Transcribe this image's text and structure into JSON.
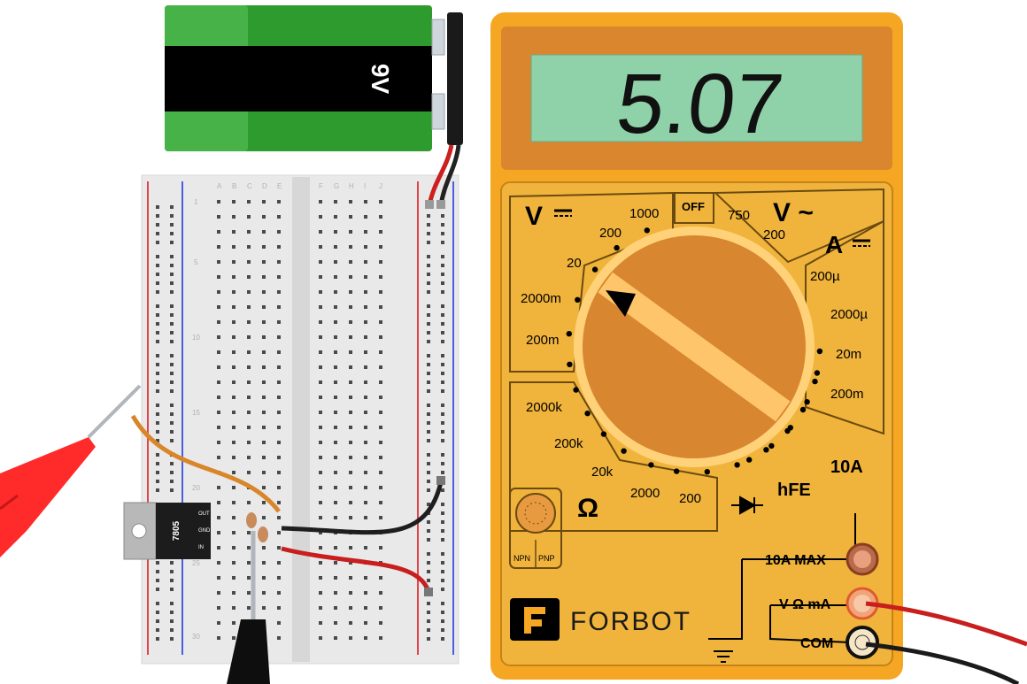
{
  "battery": {
    "label": "9V"
  },
  "regulator": {
    "part": "7805",
    "pins": [
      "OUT",
      "GND",
      "IN"
    ]
  },
  "breadboard": {
    "column_letters_left": [
      "A",
      "B",
      "C",
      "D",
      "E"
    ],
    "column_letters_right": [
      "F",
      "G",
      "H",
      "I",
      "J"
    ],
    "row_numbers": [
      "1",
      "5",
      "10",
      "15",
      "20",
      "25",
      "30"
    ]
  },
  "multimeter": {
    "display_value": "5.07",
    "dial_labels": {
      "dcv_title": "V",
      "acv_title": "V ~",
      "dca_title": "A",
      "ohm_title": "Ω",
      "off": "OFF",
      "dcv": [
        "1000",
        "200",
        "20",
        "2000m",
        "200m"
      ],
      "acv": [
        "750",
        "200"
      ],
      "dca": [
        "200µ",
        "2000µ",
        "20m",
        "200m"
      ],
      "ohm": [
        "2000k",
        "200k",
        "20k",
        "2000",
        "200"
      ],
      "hfe": "hFE",
      "amp10": "10A",
      "npn": "NPN",
      "pnp": "PNP"
    },
    "jacks": [
      "10A MAX",
      "V Ω mA",
      "COM"
    ],
    "brand": "FORBOT",
    "colors": {
      "body": "#f5a623",
      "panel": "#f0b43c",
      "dial": "#d8862f",
      "lcd": "#8fd1a8"
    }
  }
}
